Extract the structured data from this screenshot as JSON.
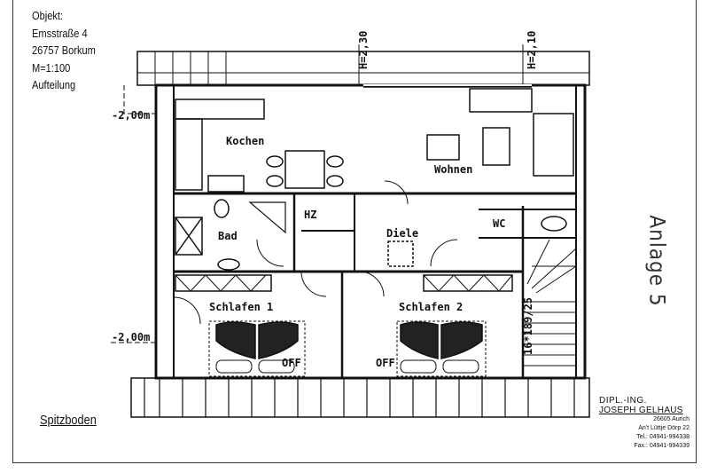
{
  "header": {
    "object_label": "Objekt:",
    "street": "Emsstraße 4",
    "city": "26757 Borkum",
    "scale": "M=1:100",
    "subtitle": "Aufteilung"
  },
  "plan": {
    "rooms": {
      "kitchen": "Kochen",
      "living": "Wohnen",
      "bath": "Bad",
      "heating": "HZ",
      "hall": "Diele",
      "wc": "WC",
      "bedroom1": "Schlafen 1",
      "bedroom2": "Schlafen 2",
      "oven1": "OFF",
      "oven2": "OFF"
    },
    "level_top": "-2,00m",
    "level_bottom": "-2,00m",
    "height_left": "H=2,30",
    "height_right": "H=2,10",
    "stair_label": "16*189/25"
  },
  "annex": "Anlage 5",
  "floor_label": "Spitzboden",
  "stamp": {
    "title": "DIPL.-ING.",
    "name": "JOSEPH GELHAUS",
    "city": "26605 Aurich",
    "address": "An't Lüttje Dörp 22",
    "tel": "Tel.: 04941-994338",
    "fax": "Fax.: 04941-994339"
  }
}
